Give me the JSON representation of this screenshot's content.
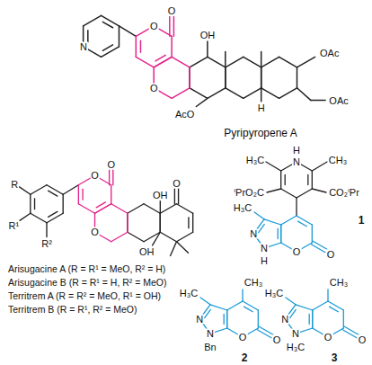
{
  "diagram": {
    "labels": [
      "N",
      "O",
      "O",
      "O",
      "OH",
      "AcO",
      "H",
      "OAc",
      "OAc",
      "Pyripyropene A",
      "R",
      "R¹",
      "R²",
      "O",
      "O",
      "O",
      "O",
      "OH",
      "OH",
      "Arisugacine A (R = R¹ = MeO, R² = H)",
      "Arisugacine B (R = R¹ = H, R² = MeO)",
      "Territrem A (R = R² = MeO, R¹ = OH)",
      "Territrem B (R = R¹, R² = MeO)",
      "H",
      "N",
      "H₃C",
      "CH₃",
      "ⁱPrO₂C",
      "CO₂ⁱPr",
      "H₃C",
      "N",
      "N",
      "H",
      "O",
      "O",
      "1",
      "H₃C",
      "CH₃",
      "N",
      "N",
      "Bn",
      "O",
      "O",
      "2",
      "H₃C",
      "CH₃",
      "N",
      "N",
      "H₃C",
      "O",
      "O",
      "3"
    ]
  }
}
